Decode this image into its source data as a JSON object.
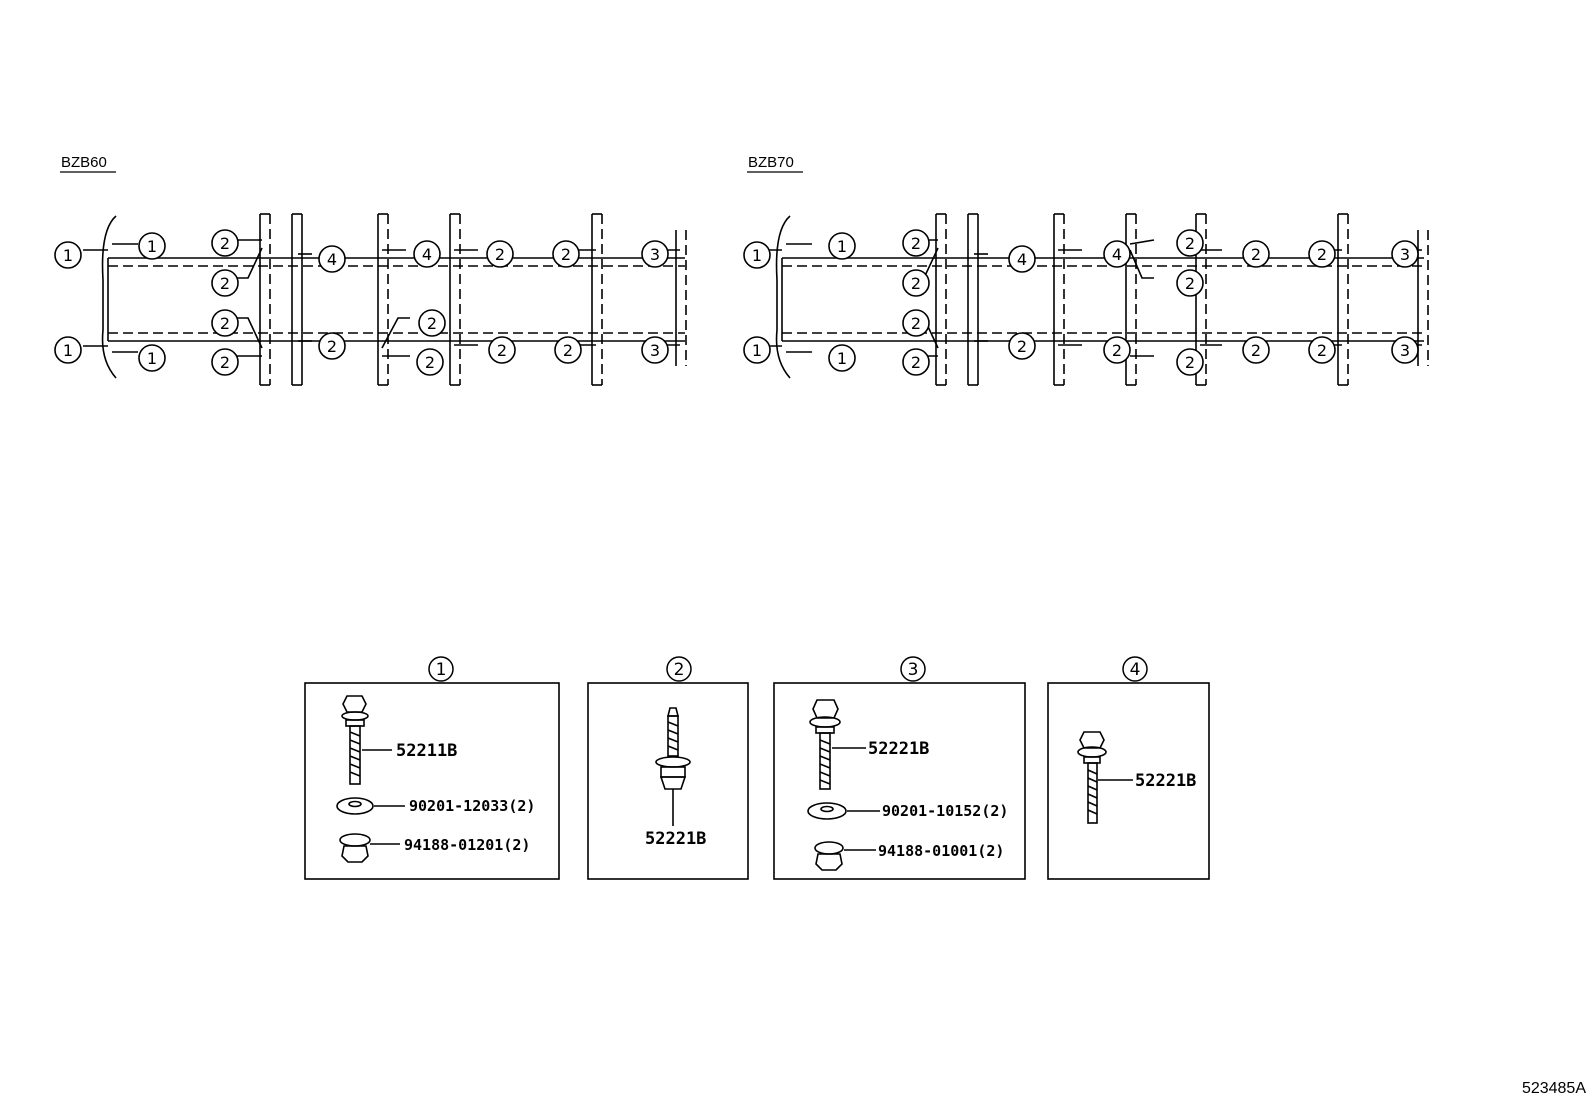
{
  "diagram": {
    "variants": [
      {
        "label": "BZB60"
      },
      {
        "label": "BZB70"
      }
    ],
    "callouts": {
      "bzb60": [
        "1",
        "1",
        "2",
        "2",
        "2",
        "2",
        "4",
        "2",
        "4",
        "2",
        "2",
        "2",
        "2",
        "2",
        "2",
        "3",
        "3",
        "1",
        "1"
      ],
      "bzb70": [
        "1",
        "1",
        "2",
        "2",
        "2",
        "2",
        "4",
        "2",
        "4",
        "2",
        "2",
        "2",
        "2",
        "2",
        "2",
        "2",
        "2",
        "3",
        "3",
        "1",
        "1"
      ]
    },
    "detail_boxes": [
      {
        "number": "1",
        "parts": [
          {
            "label": "52211B"
          },
          {
            "label": "90201-12033(2)"
          },
          {
            "label": "94188-01201(2)"
          }
        ]
      },
      {
        "number": "2",
        "parts": [
          {
            "label": "52221B"
          }
        ]
      },
      {
        "number": "3",
        "parts": [
          {
            "label": "52221B"
          },
          {
            "label": "90201-10152(2)"
          },
          {
            "label": "94188-01001(2)"
          }
        ]
      },
      {
        "number": "4",
        "parts": [
          {
            "label": "52221B"
          }
        ]
      }
    ],
    "figure_id": "523485A"
  }
}
